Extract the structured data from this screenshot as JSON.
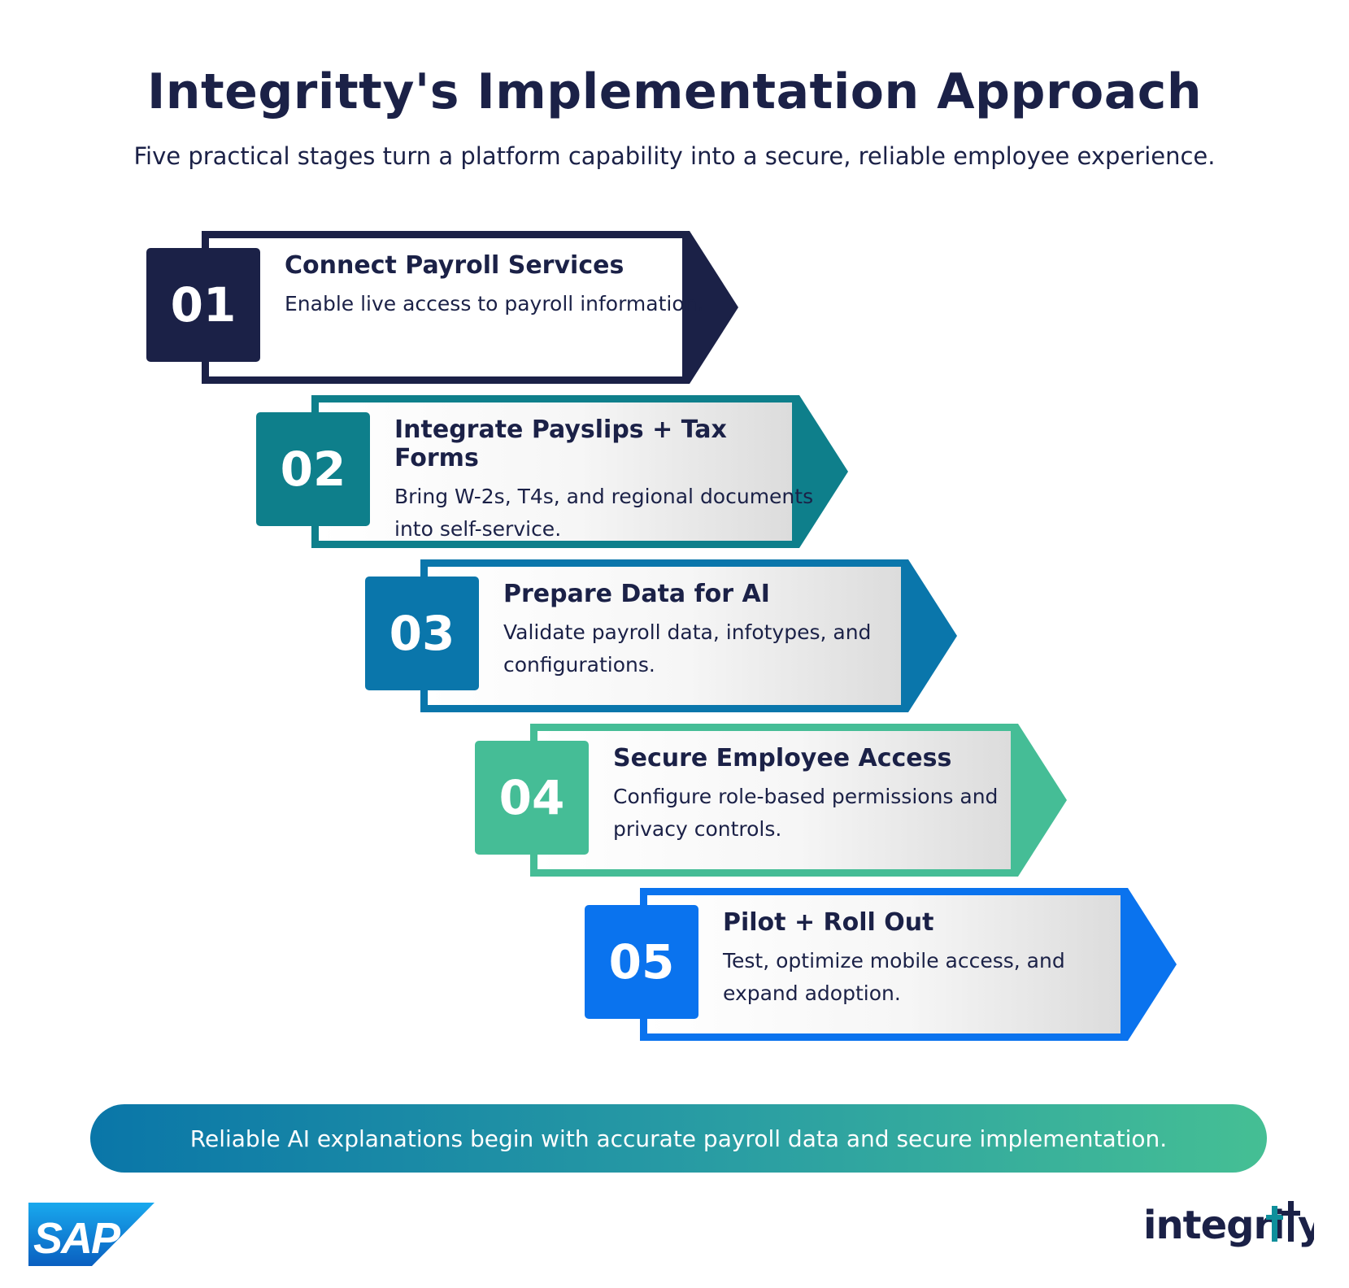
{
  "header": {
    "title": "Integritty's Implementation Approach",
    "subtitle": "Five practical stages turn a platform capability into a secure, reliable employee experience."
  },
  "stages": [
    {
      "number": "01",
      "title": "Connect Payroll Services",
      "description": "Enable live access to payroll information.",
      "color": "#1b2147"
    },
    {
      "number": "02",
      "title": "Integrate Payslips + Tax Forms",
      "description": "Bring W-2s, T4s, and regional documents into self-service.",
      "color": "#0e7f8b"
    },
    {
      "number": "03",
      "title": "Prepare Data for AI",
      "description": "Validate payroll data, infotypes, and configurations.",
      "color": "#0a76ab"
    },
    {
      "number": "04",
      "title": "Secure Employee Access",
      "description": "Configure role-based permissions and privacy controls.",
      "color": "#45bd96"
    },
    {
      "number": "05",
      "title": "Pilot + Roll Out",
      "description": "Test, optimize mobile access, and expand adoption.",
      "color": "#0a73ee"
    }
  ],
  "banner": {
    "text": "Reliable AI explanations begin with accurate payroll data and secure implementation."
  },
  "logos": {
    "sap": "SAP",
    "integritty": "integritty"
  }
}
